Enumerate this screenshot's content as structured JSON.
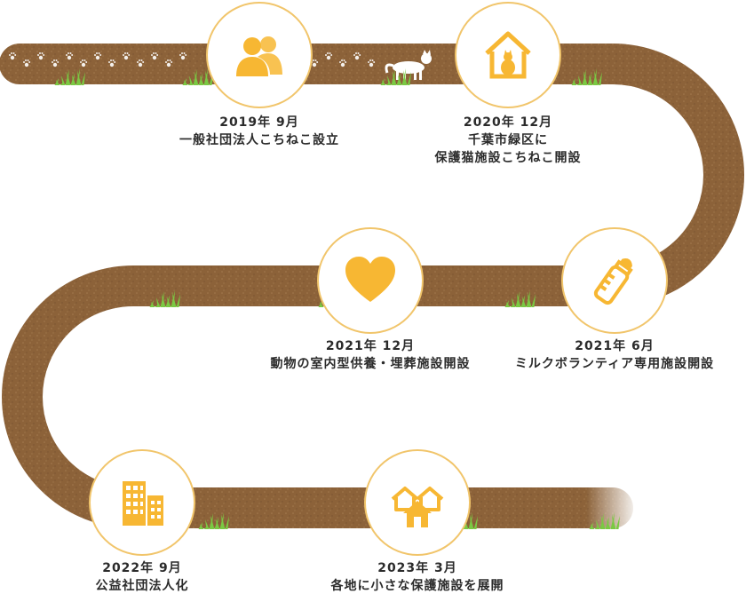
{
  "colors": {
    "road": "#8c6239",
    "road_speckle": "#a47a4f",
    "accent": "#f7b733",
    "circle_border": "#f1c56b",
    "grass": "#7ac943",
    "text": "#2b2b2b"
  },
  "milestones": [
    {
      "icon": "people-icon",
      "date": "2019年 9月",
      "lines": [
        "一般社団法人こちねこ設立"
      ]
    },
    {
      "icon": "cat-house-icon",
      "date": "2020年 12月",
      "lines": [
        "千葉市緑区に",
        "保護猫施設こちねこ開設"
      ]
    },
    {
      "icon": "milk-bottle-icon",
      "date": "2021年 6月",
      "lines": [
        "ミルクボランティア専用施設開設"
      ]
    },
    {
      "icon": "heart-icon",
      "date": "2021年 12月",
      "lines": [
        "動物の室内型供養・埋葬施設開設"
      ]
    },
    {
      "icon": "building-icon",
      "date": "2022年 9月",
      "lines": [
        "公益社団法人化"
      ]
    },
    {
      "icon": "houses-icon",
      "date": "2023年 3月",
      "lines": [
        "各地に小さな保護施設を展開"
      ]
    }
  ]
}
